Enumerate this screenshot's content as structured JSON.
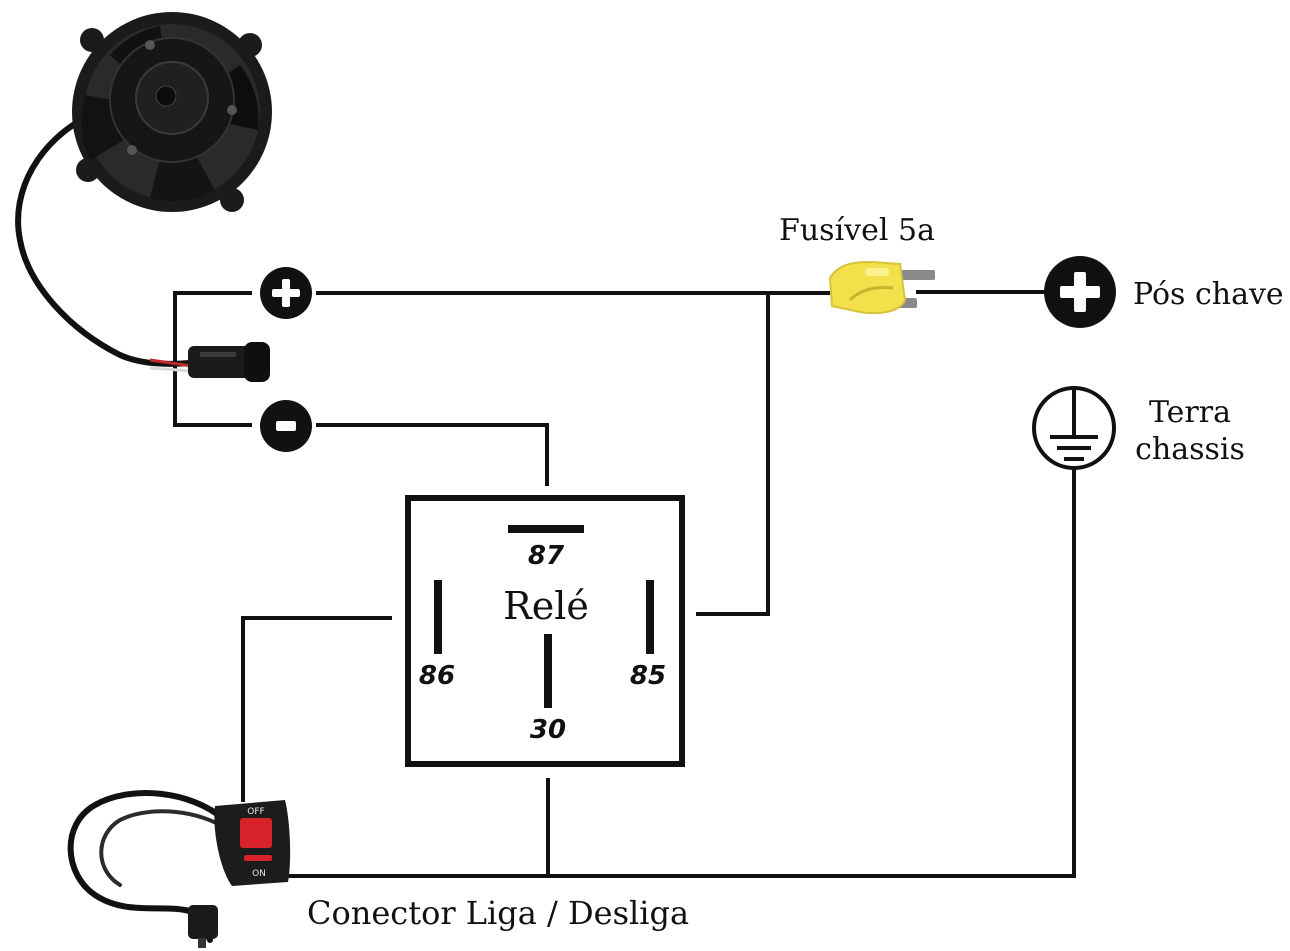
{
  "labels": {
    "fuse": "Fusível 5a",
    "ignition": "Pós chave",
    "ground_line1": "Terra",
    "ground_line2": "chassis",
    "relay": "Relé",
    "switch": "Conector Liga / Desliga"
  },
  "relay_pins": {
    "pin87": "87",
    "pin86": "86",
    "pin85": "85",
    "pin30": "30"
  },
  "switch_marks": {
    "off": "OFF",
    "on": "ON"
  },
  "colors": {
    "wire": "#111111",
    "fuse_body": "#f2e14a",
    "switch_button": "#d8222a",
    "switch_body": "#1c1c1c"
  },
  "icons": {
    "positive": "plus-circle-icon",
    "negative": "minus-circle-icon",
    "ground": "ground-symbol-icon",
    "fuse": "blade-fuse-icon",
    "fan": "cooling-fan-icon",
    "switch": "handlebar-switch-icon"
  }
}
